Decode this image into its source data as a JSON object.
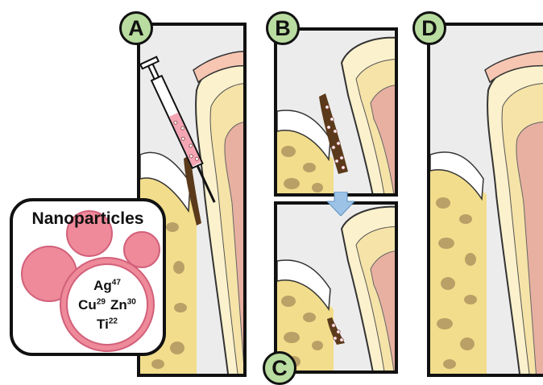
{
  "panels": {
    "a": {
      "label": "A"
    },
    "b": {
      "label": "B"
    },
    "c": {
      "label": "C"
    },
    "d": {
      "label": "D"
    }
  },
  "nanoparticles": {
    "title": "Nanoparticles",
    "elements": [
      {
        "symbol": "Ag",
        "number": "47"
      },
      {
        "symbol": "Cu",
        "number": "29"
      },
      {
        "symbol": "Zn",
        "number": "30"
      },
      {
        "symbol": "Ti",
        "number": "22"
      }
    ]
  },
  "colors": {
    "bone": "#f2dd8c",
    "bone_pore": "#b09660",
    "enamel": "#fbf1cc",
    "dentin": "#f5e3a8",
    "pulp": "#e8b0a0",
    "gingiva": "#f6c6b2",
    "pocket": "#5a3a1a",
    "badge": "#b9dca0",
    "particle": "#f4a6b5",
    "arrow": "#9cc3e6"
  }
}
